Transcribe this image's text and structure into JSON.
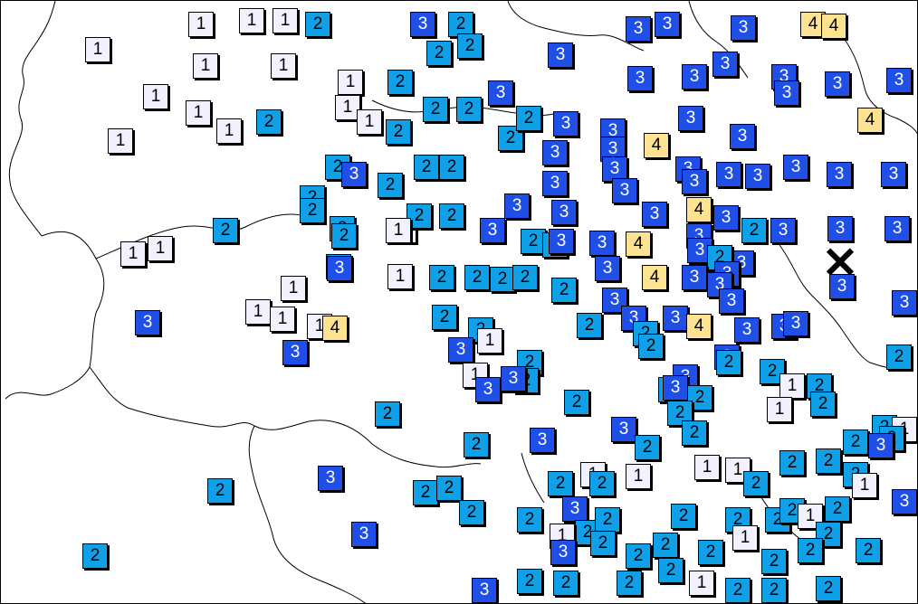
{
  "legend_colors": {
    "1": "#f2f2ff",
    "2": "#0fa0e8",
    "3": "#1f4fe6",
    "4": "#fde292"
  },
  "epicenter": {
    "label": "✕",
    "icon": "epicenter-x-icon"
  },
  "markers": [
    {
      "v": "1"
    },
    {
      "v": "1"
    },
    {
      "v": "1"
    },
    {
      "v": "2"
    },
    {
      "v": "3"
    },
    {
      "v": "2"
    },
    {
      "v": "3"
    },
    {
      "v": "3"
    },
    {
      "v": "3"
    },
    {
      "v": "4"
    },
    {
      "v": "4"
    },
    {
      "v": "1"
    },
    {
      "v": "1"
    },
    {
      "v": "1"
    },
    {
      "v": "2"
    },
    {
      "v": "2"
    },
    {
      "v": "3"
    },
    {
      "v": "3"
    },
    {
      "v": "3"
    },
    {
      "v": "3"
    },
    {
      "v": "3"
    },
    {
      "v": "1"
    },
    {
      "v": "1"
    },
    {
      "v": "1"
    },
    {
      "v": "1"
    },
    {
      "v": "2"
    },
    {
      "v": "2"
    },
    {
      "v": "2"
    },
    {
      "v": "3"
    },
    {
      "v": "3"
    },
    {
      "v": "3"
    },
    {
      "v": "3"
    },
    {
      "v": "3"
    },
    {
      "v": "1"
    },
    {
      "v": "1"
    },
    {
      "v": "1"
    },
    {
      "v": "2"
    },
    {
      "v": "2"
    },
    {
      "v": "2"
    },
    {
      "v": "2"
    },
    {
      "v": "3"
    },
    {
      "v": "3"
    },
    {
      "v": "3"
    },
    {
      "v": "4"
    },
    {
      "v": "1"
    },
    {
      "v": "2"
    },
    {
      "v": "2"
    },
    {
      "v": "2"
    },
    {
      "v": "3"
    },
    {
      "v": "3"
    },
    {
      "v": "3"
    },
    {
      "v": "4"
    },
    {
      "v": "3"
    },
    {
      "v": "2"
    },
    {
      "v": "3"
    },
    {
      "v": "2"
    },
    {
      "v": "2"
    },
    {
      "v": "2"
    },
    {
      "v": "2"
    },
    {
      "v": "3"
    },
    {
      "v": "3"
    },
    {
      "v": "3"
    },
    {
      "v": "3"
    },
    {
      "v": "3"
    },
    {
      "v": "3"
    },
    {
      "v": "3"
    },
    {
      "v": "3"
    },
    {
      "v": "3"
    },
    {
      "v": "3"
    },
    {
      "v": "2"
    },
    {
      "v": "2"
    },
    {
      "v": "1"
    },
    {
      "v": "2"
    },
    {
      "v": "2"
    },
    {
      "v": "3"
    },
    {
      "v": "3"
    },
    {
      "v": "3"
    },
    {
      "v": "3"
    },
    {
      "v": "4"
    },
    {
      "v": "3"
    },
    {
      "v": "3"
    },
    {
      "v": "3"
    },
    {
      "v": "1"
    },
    {
      "v": "1"
    },
    {
      "v": "2"
    },
    {
      "v": "2"
    },
    {
      "v": "1"
    },
    {
      "v": "3"
    },
    {
      "v": "2"
    },
    {
      "v": "3"
    },
    {
      "v": "3"
    },
    {
      "v": "4"
    },
    {
      "v": "3"
    },
    {
      "v": "2"
    },
    {
      "v": "3"
    },
    {
      "v": "3"
    },
    {
      "v": "1"
    },
    {
      "v": "2"
    },
    {
      "v": "2"
    },
    {
      "v": "2"
    },
    {
      "v": "2"
    },
    {
      "v": "2"
    },
    {
      "v": "3"
    },
    {
      "v": "3"
    },
    {
      "v": "4"
    },
    {
      "v": "3"
    },
    {
      "v": "3"
    },
    {
      "v": "3"
    },
    {
      "v": "1"
    },
    {
      "v": "1"
    },
    {
      "v": "1"
    },
    {
      "v": "2"
    },
    {
      "v": "2"
    },
    {
      "v": "2"
    },
    {
      "v": "3"
    },
    {
      "v": "3"
    },
    {
      "v": "3"
    },
    {
      "v": "4"
    },
    {
      "v": "3"
    },
    {
      "v": "3"
    },
    {
      "v": "1"
    },
    {
      "v": "2"
    },
    {
      "v": "2"
    },
    {
      "v": "3"
    },
    {
      "v": "3"
    },
    {
      "v": "3"
    },
    {
      "v": "3"
    },
    {
      "v": "4"
    },
    {
      "v": "3"
    },
    {
      "v": "1"
    },
    {
      "v": "2"
    },
    {
      "v": "2"
    },
    {
      "v": "3"
    },
    {
      "v": "3"
    },
    {
      "v": "3"
    },
    {
      "v": "3"
    },
    {
      "v": "2"
    },
    {
      "v": "2"
    },
    {
      "v": "2"
    },
    {
      "v": "2"
    },
    {
      "v": "3"
    },
    {
      "v": "2"
    },
    {
      "v": "1"
    },
    {
      "v": "2"
    },
    {
      "v": "2"
    },
    {
      "v": "3"
    },
    {
      "v": "2"
    },
    {
      "v": "2"
    },
    {
      "v": "1"
    },
    {
      "v": "2"
    },
    {
      "v": "2"
    },
    {
      "v": "3"
    },
    {
      "v": "2"
    },
    {
      "v": "2"
    },
    {
      "v": "2"
    },
    {
      "v": "1"
    },
    {
      "v": "2"
    },
    {
      "v": "2"
    },
    {
      "v": "2"
    },
    {
      "v": "3"
    },
    {
      "v": "2"
    },
    {
      "v": "2"
    },
    {
      "v": "2"
    },
    {
      "v": "1"
    },
    {
      "v": "1"
    },
    {
      "v": "1"
    },
    {
      "v": "1"
    },
    {
      "v": "2"
    },
    {
      "v": "2"
    },
    {
      "v": "2"
    },
    {
      "v": "3"
    },
    {
      "v": "3"
    },
    {
      "v": "2"
    },
    {
      "v": "2"
    },
    {
      "v": "2"
    },
    {
      "v": "2"
    },
    {
      "v": "1"
    },
    {
      "v": "2"
    },
    {
      "v": "2"
    },
    {
      "v": "2"
    },
    {
      "v": "3"
    },
    {
      "v": "2"
    },
    {
      "v": "2"
    },
    {
      "v": "2"
    },
    {
      "v": "2"
    },
    {
      "v": "1"
    },
    {
      "v": "1"
    },
    {
      "v": "2"
    },
    {
      "v": "2"
    },
    {
      "v": "3"
    },
    {
      "v": "3"
    },
    {
      "v": "2"
    },
    {
      "v": "2"
    },
    {
      "v": "2"
    },
    {
      "v": "2"
    },
    {
      "v": "1"
    },
    {
      "v": "2"
    },
    {
      "v": "2"
    },
    {
      "v": "2"
    },
    {
      "v": "3"
    },
    {
      "v": "2"
    },
    {
      "v": "2"
    },
    {
      "v": "2"
    },
    {
      "v": "2"
    },
    {
      "v": "1"
    },
    {
      "v": "2"
    },
    {
      "v": "2"
    },
    {
      "v": "2"
    },
    {
      "v": "3"
    },
    {
      "v": "2"
    },
    {
      "v": "2"
    },
    {
      "v": "2"
    },
    {
      "v": "2"
    }
  ]
}
